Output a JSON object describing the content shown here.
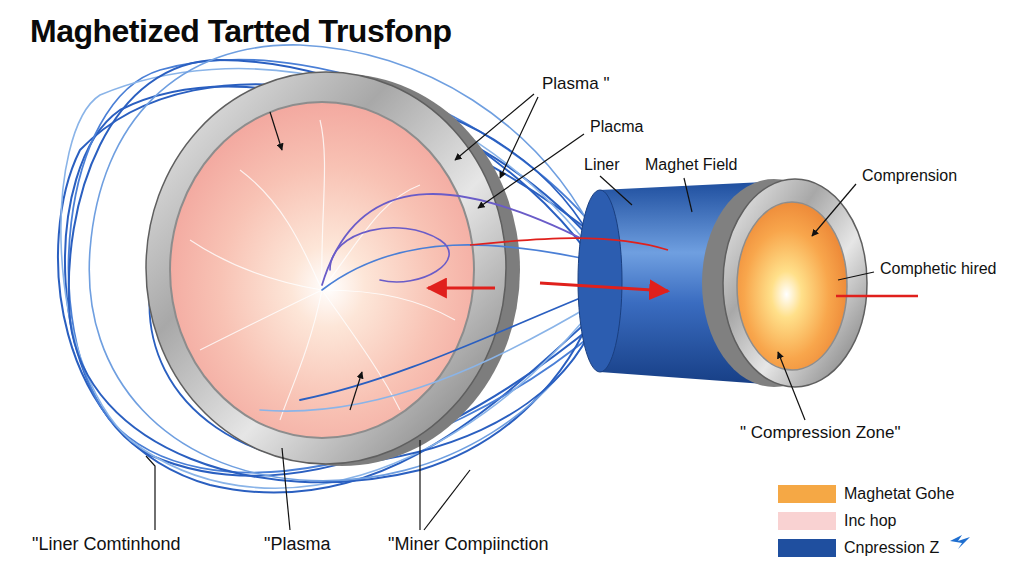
{
  "diagram": {
    "title": "Maghetized Tartted Trusfonp",
    "labels": [
      "Plasma \"",
      "Placma",
      "Liner",
      "Maghet Field",
      "Comprension",
      "Comphetic hired",
      "\" Compression Zone\"",
      "\"Liner Comtinhond",
      "\"Plasma",
      "\"Miner Compiinction"
    ],
    "legend": [
      {
        "text": "Maghetat Gohe",
        "color": "#f5a845"
      },
      {
        "text": "Inc hop",
        "color": "#f9d2d2"
      },
      {
        "text": "Cnpression Z",
        "color": "#1f4f9f"
      }
    ]
  }
}
